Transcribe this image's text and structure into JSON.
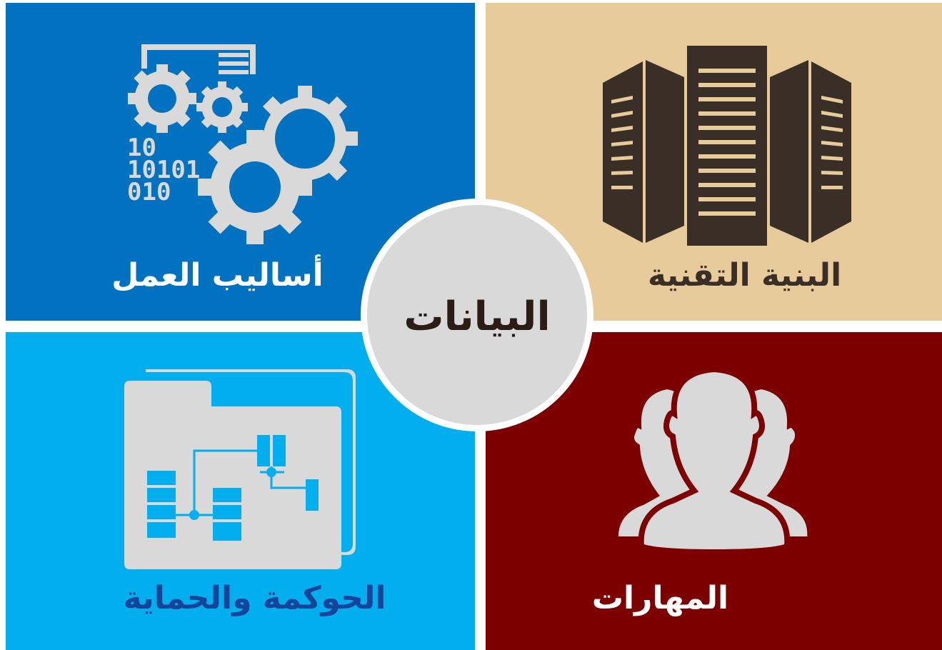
{
  "center": {
    "label": "البيانات"
  },
  "quadrants": {
    "top_left": {
      "label": "أساليب العمل",
      "icon": "gears-binary-icon",
      "color": "#0171c0"
    },
    "top_right": {
      "label": "البنية التقنية",
      "icon": "server-racks-icon",
      "color": "#e8cb9a"
    },
    "bottom_left": {
      "label": "الحوكمة والحماية",
      "icon": "folder-structure-icon",
      "color": "#03aeef"
    },
    "bottom_right": {
      "label": "المهارات",
      "icon": "people-group-icon",
      "color": "#7d0000"
    }
  }
}
